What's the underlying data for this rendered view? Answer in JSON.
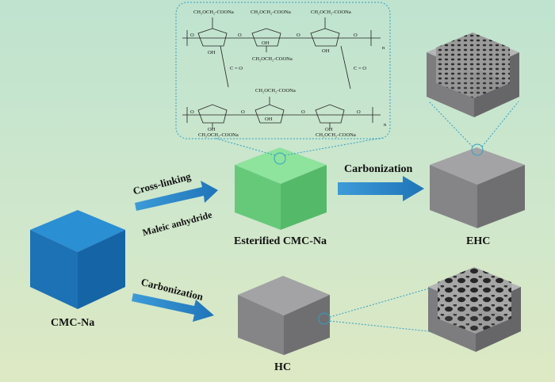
{
  "labels": {
    "cmc_na": "CMC-Na",
    "esterified": "Esterified CMC-Na",
    "ehc": "EHC",
    "hc": "HC",
    "cross_linking": "Cross-linking",
    "maleic": "Maleic anhydride",
    "carbonization_top": "Carbonization",
    "carbonization_bottom": "Carbonization"
  },
  "structure": {
    "substituent": "CH₂OCH₂-COONa",
    "hydroxyl": "OH",
    "oxygen": "O",
    "carbonyl": "C = O",
    "subscript_n": "n"
  },
  "colors": {
    "background_top": "#bfe3cf",
    "background_bottom": "#dde9c3",
    "cmc_cube": "#1f7fc4",
    "esterified_cube": "#6cd081",
    "carbon_cube": "#8a8a8c",
    "arrow": "#2f8fd0",
    "callout": "#2fa0c8"
  }
}
